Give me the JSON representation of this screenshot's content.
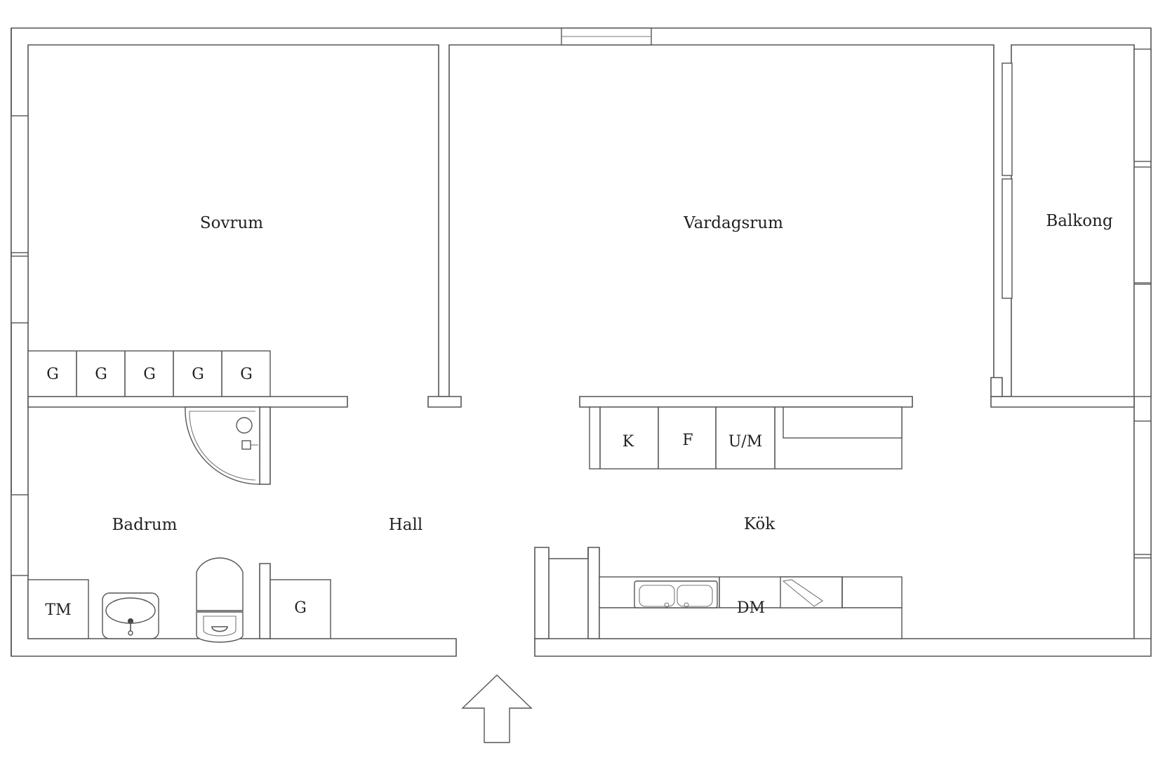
{
  "rooms": {
    "sovrum": "Sovrum",
    "vardagsrum": "Vardagsrum",
    "balkong": "Balkong",
    "badrum": "Badrum",
    "hall": "Hall",
    "kok": "Kök"
  },
  "fixtures": {
    "wardrobes_bedroom": [
      "G",
      "G",
      "G",
      "G",
      "G"
    ],
    "wardrobe_hall": "G",
    "kitchen_upper": [
      "K",
      "F",
      "U/M"
    ],
    "washing_machine": "TM",
    "dishwasher": "DM"
  },
  "entrance_arrow": "entrance-arrow-icon"
}
